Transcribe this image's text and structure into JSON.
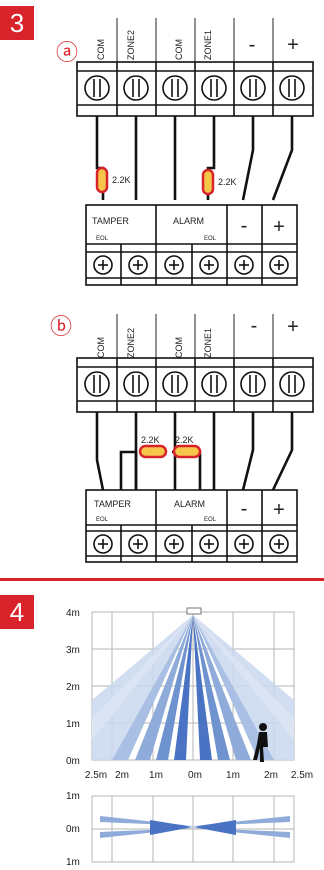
{
  "steps": {
    "three": "3",
    "four": "4"
  },
  "wiring": {
    "a": {
      "marker": "ⓐ",
      "terminals": [
        "COM",
        "ZONE2",
        "COM",
        "ZONE1",
        "-",
        "+"
      ],
      "resistors": [
        "2.2K",
        "2.2K"
      ],
      "device_labels": {
        "tamper": "TAMPER",
        "eol_left": "EOL",
        "alarm": "ALARM",
        "eol_right": "EOL",
        "minus": "-",
        "plus": "+"
      }
    },
    "b": {
      "marker": "ⓑ",
      "terminals": [
        "COM",
        "ZONE2",
        "COM",
        "ZONE1",
        "-",
        "+"
      ],
      "resistors": [
        "2.2K",
        "2.2K"
      ],
      "device_labels": {
        "tamper": "TAMPER",
        "eol_left": "EOL",
        "alarm": "ALARM",
        "eol_right": "EOL",
        "minus": "-",
        "plus": "+"
      }
    }
  },
  "coverage": {
    "top_y_labels": [
      "4m",
      "3m",
      "2m",
      "1m",
      "0m"
    ],
    "x_labels": [
      "2.5m",
      "2m",
      "1m",
      "0m",
      "1m",
      "2m",
      "2.5m"
    ],
    "side_y_labels": [
      "1m",
      "0m",
      "1m"
    ],
    "colors": {
      "light": "#b9cbe6",
      "mid": "#8eabd9",
      "dark": "#4a74c3",
      "grid": "#b5b5b5"
    }
  }
}
